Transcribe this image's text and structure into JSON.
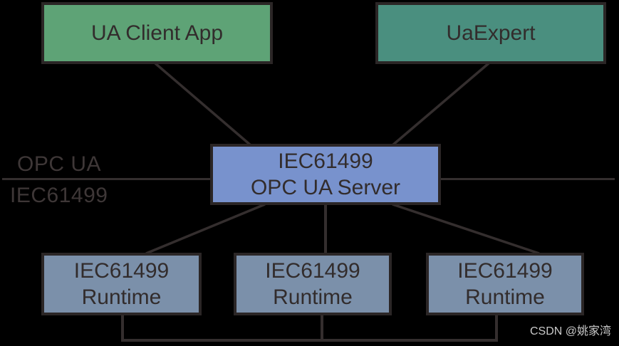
{
  "diagram": {
    "layers": {
      "top_label": "OPC UA",
      "bottom_label": "IEC61499"
    },
    "nodes": {
      "client": {
        "label": "UA Client App",
        "fill": "#5ea376"
      },
      "uaexpert": {
        "label": "UaExpert",
        "fill": "#4a8f7f"
      },
      "server": {
        "line1": "IEC61499",
        "line2": "OPC UA Server",
        "fill": "#7892cd"
      },
      "runtimes": [
        {
          "line1": "IEC61499",
          "line2": "Runtime",
          "fill": "#7b90aa"
        },
        {
          "line1": "IEC61499",
          "line2": "Runtime",
          "fill": "#7b90aa"
        },
        {
          "line1": "IEC61499",
          "line2": "Runtime",
          "fill": "#7b90aa"
        }
      ]
    },
    "edges": [
      {
        "from": "UA Client App",
        "to": "IEC61499 OPC UA Server"
      },
      {
        "from": "UaExpert",
        "to": "IEC61499 OPC UA Server"
      },
      {
        "from": "IEC61499 OPC UA Server",
        "to": "IEC61499 Runtime 1"
      },
      {
        "from": "IEC61499 OPC UA Server",
        "to": "IEC61499 Runtime 2"
      },
      {
        "from": "IEC61499 OPC UA Server",
        "to": "IEC61499 Runtime 3"
      },
      {
        "from": "IEC61499 Runtime 1",
        "to": "IEC61499 Runtime 2",
        "via": "bottom bus"
      },
      {
        "from": "IEC61499 Runtime 2",
        "to": "IEC61499 Runtime 3",
        "via": "bottom bus"
      }
    ],
    "colors": {
      "background": "#000000",
      "node_border": "#2b2626",
      "connector": "#342e2e",
      "node_text": "#322c2c",
      "layer_label_text": "#3e3737",
      "client_fill": "#5ea376",
      "uaexpert_fill": "#4a8f7f",
      "server_fill": "#7892cd",
      "runtime_fill": "#7b90aa",
      "watermark_text": "#c9c9c9"
    },
    "watermark": "CSDN @姚家湾"
  }
}
